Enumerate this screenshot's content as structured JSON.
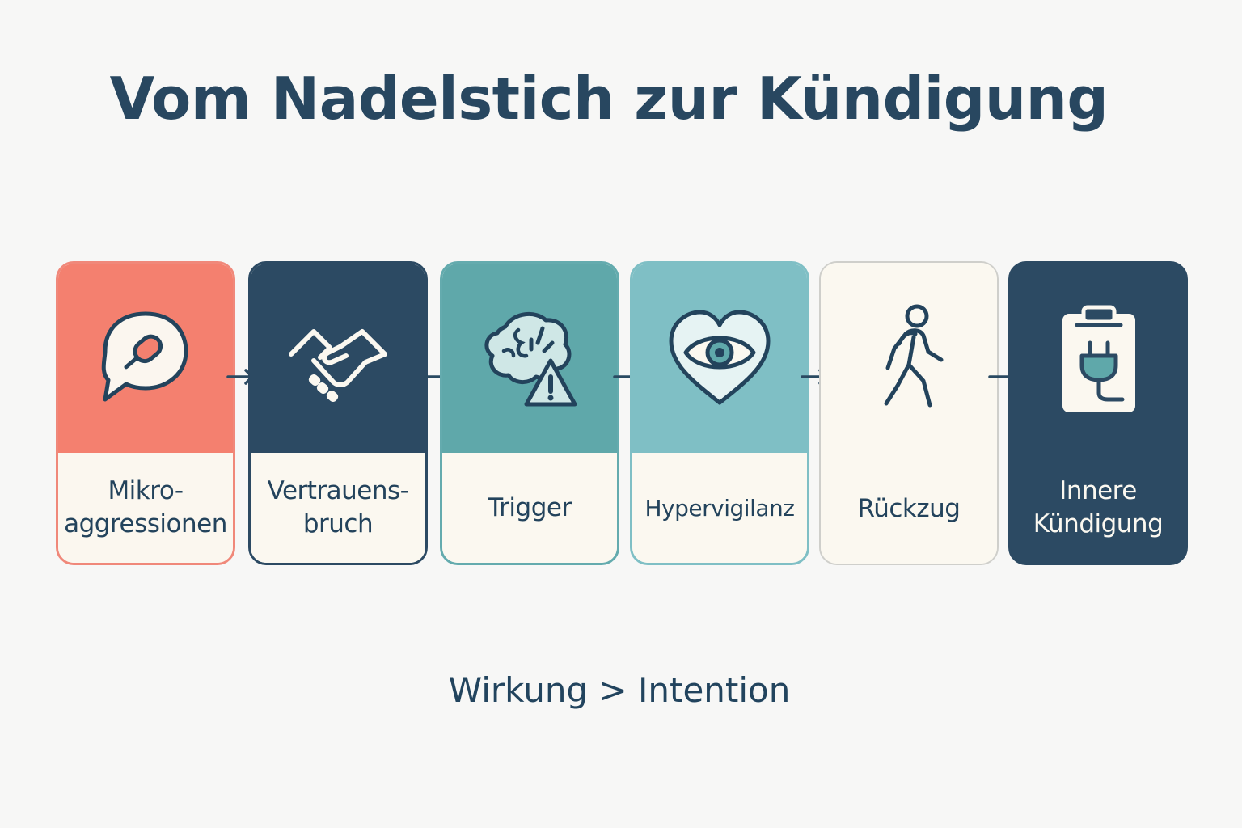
{
  "title": "Vom Nadelstich zur Kündigung",
  "subtitle": "Wirkung > Intention",
  "colors": {
    "navy": "#2c4a63",
    "coral": "#f4806f",
    "teal": "#5fa8aa",
    "light_teal": "#7fbfc5",
    "cream": "#fbf8f0",
    "background": "#f7f7f6"
  },
  "steps": [
    {
      "label": "Mikro-\naggressionen",
      "icon": "speech-bubble-pin-icon"
    },
    {
      "label": "Vertrauens-\nbruch",
      "icon": "broken-handshake-icon"
    },
    {
      "label": "Trigger",
      "icon": "brain-warning-icon"
    },
    {
      "label": "Hypervigilanz",
      "icon": "heart-eye-icon"
    },
    {
      "label": "Rückzug",
      "icon": "walking-person-icon"
    },
    {
      "label": "Innere\nKündigung",
      "icon": "clipboard-unplugged-icon"
    }
  ]
}
